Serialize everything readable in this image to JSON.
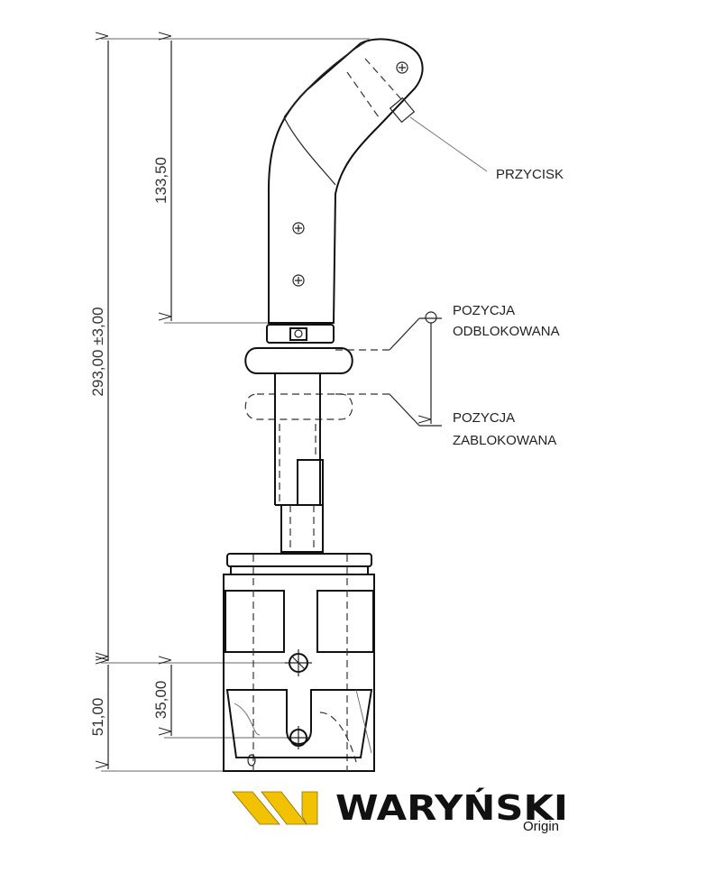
{
  "dimensions": {
    "total_height": "293,00 ±3,00",
    "grip_height": "133,50",
    "base_to_bottom": "51,00",
    "hole_spacing": "35,00"
  },
  "labels": {
    "button": "PRZYCISK",
    "unlocked_line1": "POZYCJA",
    "unlocked_line2": "ODBLOKOWANA",
    "locked_line1": "POZYCJA",
    "locked_line2": "ZABLOKOWANA"
  },
  "logo": {
    "brand": "WARYŃSKI",
    "sub": "Origin",
    "accent_color": "#f2c200"
  }
}
